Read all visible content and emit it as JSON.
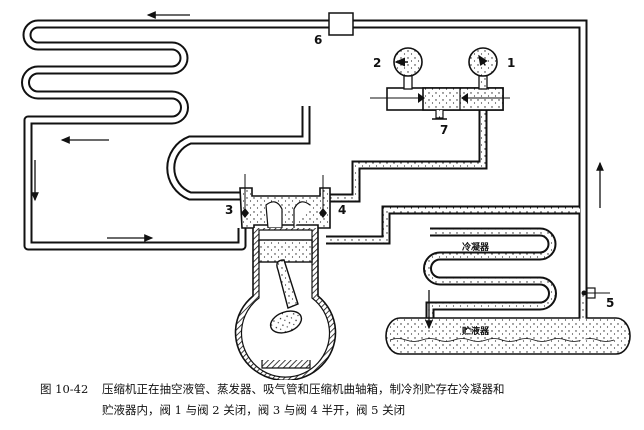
{
  "figure": {
    "number": "图 10-42",
    "caption_line1": "压缩机正在抽空液管、蒸发器、吸气管和压缩机曲轴箱，制冷剂贮存在冷凝器和",
    "caption_line2": "贮液器内，阀 1 与阀 2 关闭，阀 3 与阀 4 半开，阀 5 关闭"
  },
  "labels": {
    "gauge1": "1",
    "gauge2": "2",
    "valve3": "3",
    "valve4": "4",
    "valve5": "5",
    "component6": "6",
    "port7": "7",
    "condenser": "冷凝器",
    "receiver": "贮液器"
  },
  "colors": {
    "ink": "#111111",
    "paper": "#ffffff"
  }
}
